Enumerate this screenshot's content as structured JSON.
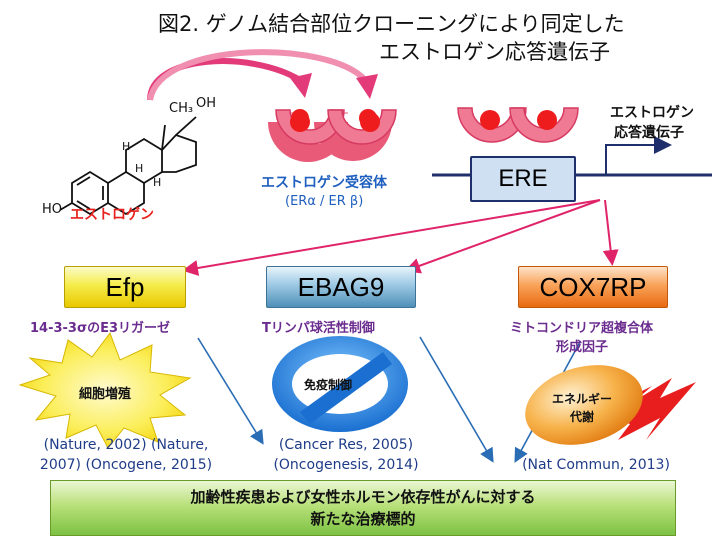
{
  "title": {
    "line1": "図2. ゲノム結合部位クローニングにより同定した",
    "line2": "エストロゲン応答遺伝子"
  },
  "molecule": {
    "estrogen_label": "エストロゲン",
    "ch3": "CH₃",
    "oh_top": "OH",
    "ho_left": "HO",
    "h1": "H",
    "h2": "H",
    "h3": "H"
  },
  "receptor": {
    "label": "エストロゲン受容体",
    "subtypes": "(ERα / ER β)"
  },
  "promoter": {
    "ere_label": "ERE",
    "gene_label_line1": "エストロゲン",
    "gene_label_line2": "応答遺伝子"
  },
  "genes": [
    {
      "name": "Efp",
      "function": "14-3-3σのE3リガーゼ"
    },
    {
      "name": "EBAG9",
      "function": "Tリンパ球活性制御"
    },
    {
      "name": "COX7RP",
      "function_line1": "ミトコンドリア超複合体",
      "function_line2": "形成因子"
    }
  ],
  "effects": {
    "proliferation": "細胞増殖",
    "immune": "免疫制御",
    "energy_line1": "エネルギー",
    "energy_line2": "代謝"
  },
  "references": {
    "efp_line1": "(Nature, 2002) (Nature,",
    "efp_line2": "2007) (Oncogene, 2015)",
    "ebag9_line1": "(Cancer Res, 2005)",
    "ebag9_line2": "(Oncogenesis, 2014)",
    "cox7rp": "(Nat Commun, 2013)"
  },
  "conclusion": {
    "line1": "加齢性疾患および女性ホルモン依存性がんに対する",
    "line2": "新たな治療標的"
  },
  "colors": {
    "estrogen_red": "#e8231f",
    "receptor_pink": "#e85a78",
    "receptor_label_blue": "#1f5fbf",
    "function_purple": "#6b2c8f",
    "arrow_pink": "#e0246a",
    "arrow_blue": "#2a6db5",
    "dna_navy": "#1f2f6b"
  }
}
